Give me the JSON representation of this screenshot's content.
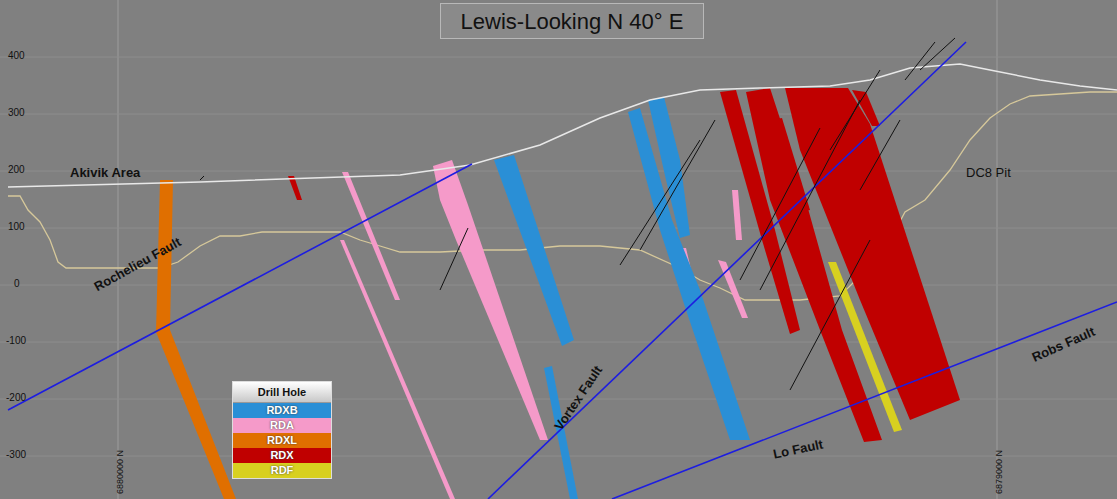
{
  "diagram": {
    "title": "Lewis-Looking N 40° E",
    "labels": [
      "400",
      "300",
      "200",
      "100",
      "0",
      "-100",
      "-200",
      "-300",
      "Akivik Area",
      "Rochelieu Fault",
      "DC8 Pit",
      "Vortex Fault",
      "Lo Fault",
      "Robs Fault",
      "6880000 N",
      "6879000 N",
      "Drill Hole"
    ],
    "legend": [
      {
        "text": "RDXB",
        "color": "#2a8fd6"
      },
      {
        "text": "RDA",
        "color": "#f59ac9"
      },
      {
        "text": "RDXL",
        "color": "#e06f00"
      },
      {
        "text": "RDX",
        "color": "#c00000"
      },
      {
        "text": "RDF",
        "color": "#d8d020"
      }
    ]
  }
}
